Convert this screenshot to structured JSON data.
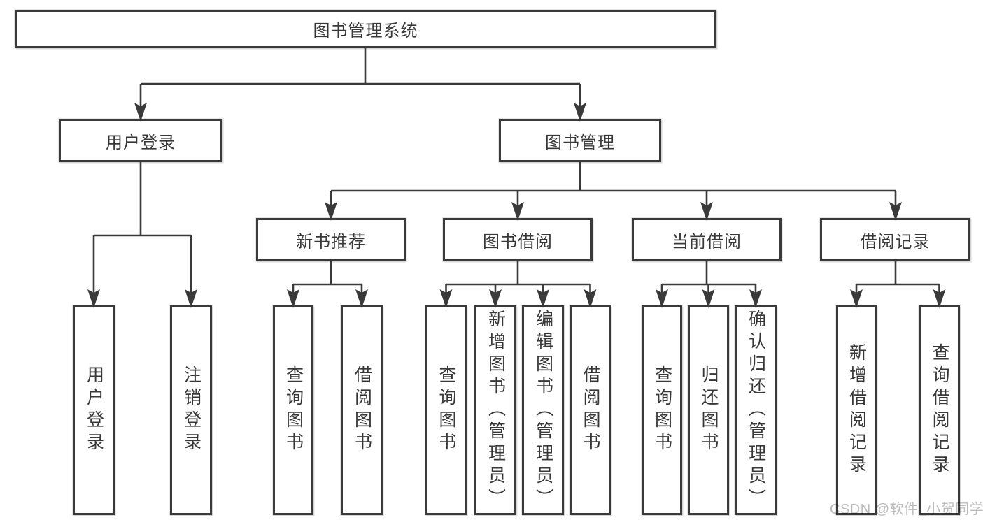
{
  "diagram": {
    "watermark": "CSDN @软件_小贺同学",
    "colors": {
      "line": "#3a3a3a",
      "text": "#383838",
      "watermark": "#bcbcbc",
      "background": "#ffffff"
    },
    "tree": {
      "root": "图书管理系统",
      "branches": [
        {
          "label": "用户登录",
          "children": [
            {
              "label": "用户登录"
            },
            {
              "label": "注销登录"
            }
          ]
        },
        {
          "label": "图书管理",
          "children": [
            {
              "label": "新书推荐",
              "children": [
                {
                  "label": "查询图书"
                },
                {
                  "label": "借阅图书"
                }
              ]
            },
            {
              "label": "图书借阅",
              "children": [
                {
                  "label": "查询图书"
                },
                {
                  "label": "新增图书（管理员）"
                },
                {
                  "label": "编辑图书（管理员）"
                },
                {
                  "label": "借阅图书"
                }
              ]
            },
            {
              "label": "当前借阅",
              "children": [
                {
                  "label": "查询图书"
                },
                {
                  "label": "归还图书"
                },
                {
                  "label": "确认归还（管理员）"
                }
              ]
            },
            {
              "label": "借阅记录",
              "children": [
                {
                  "label": "新增借阅记录"
                },
                {
                  "label": "查询借阅记录"
                }
              ]
            }
          ]
        }
      ]
    }
  }
}
